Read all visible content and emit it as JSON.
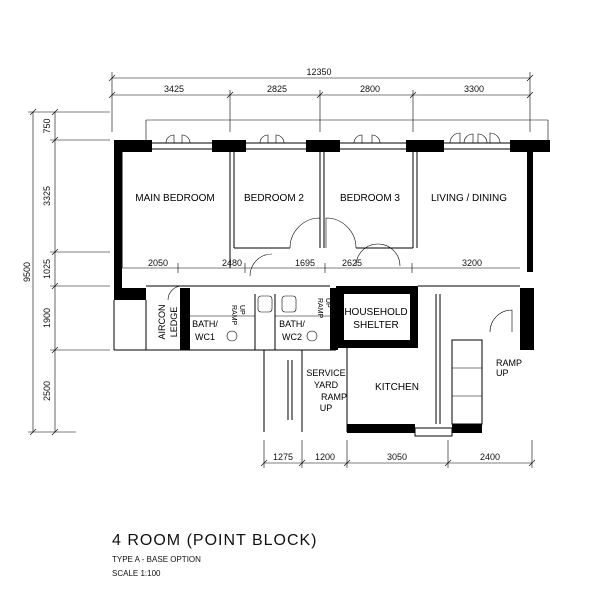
{
  "dimensions": {
    "overall_width": "12350",
    "top": [
      "3425",
      "2825",
      "2800",
      "3300"
    ],
    "overall_height": "9500",
    "left": [
      "750",
      "3325",
      "1025",
      "1900",
      "2500"
    ],
    "internal": [
      "2050",
      "2480",
      "1695",
      "2625",
      "3200"
    ],
    "bottom": [
      "1275",
      "1200",
      "3050",
      "2400"
    ]
  },
  "rooms": {
    "main_bedroom": "MAIN BEDROOM",
    "bedroom2": "BEDROOM 2",
    "bedroom3": "BEDROOM 3",
    "living": "LIVING / DINING",
    "aircon_1": "AIRCON",
    "aircon_2": "LEDGE",
    "bath1_1": "BATH/",
    "bath1_2": "WC1",
    "bath2_1": "BATH/",
    "bath2_2": "WC2",
    "shelter_1": "HOUSEHOLD",
    "shelter_2": "SHELTER",
    "service_1": "SERVICE",
    "service_2": "YARD",
    "kitchen": "KITCHEN",
    "ramp": "RAMP",
    "up": "UP"
  },
  "caption": {
    "title": "4 ROOM (POINT BLOCK)",
    "type": "TYPE A - BASE OPTION",
    "scale": "SCALE 1:100"
  }
}
